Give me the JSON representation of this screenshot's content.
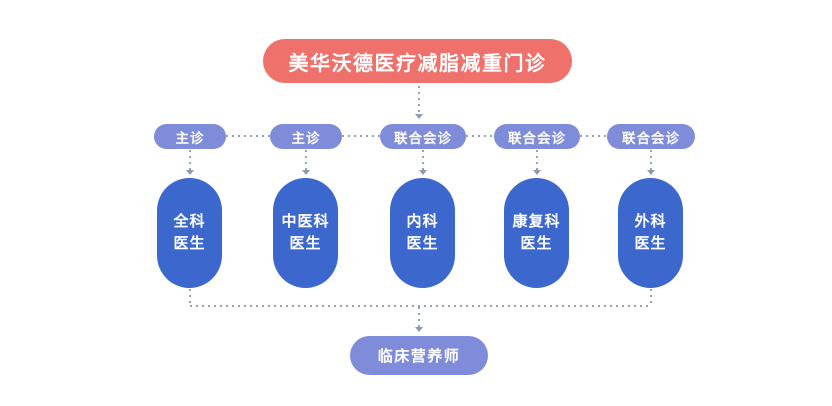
{
  "diagram": {
    "root": {
      "label": "美华沃德医疗减脂减重门诊"
    },
    "role_pills": [
      {
        "label": "主诊"
      },
      {
        "label": "主诊"
      },
      {
        "label": "联合会诊"
      },
      {
        "label": "联合会诊"
      },
      {
        "label": "联合会诊"
      }
    ],
    "doctors": [
      {
        "line1": "全科",
        "line2": "医生"
      },
      {
        "line1": "中医科",
        "line2": "医生"
      },
      {
        "line1": "内科",
        "line2": "医生"
      },
      {
        "line1": "康复科",
        "line2": "医生"
      },
      {
        "line1": "外科",
        "line2": "医生"
      }
    ],
    "bottom": {
      "label": "临床营养师"
    },
    "colors": {
      "root_bg": "#EE716C",
      "role_pill_bg": "#7F8CD9",
      "doctor_capsule_bg": "#3C67CC",
      "bottom_pill_bg": "#7F8CD9",
      "connector": "#97A2B2",
      "text": "#FFFFFF",
      "background": "#FFFFFF"
    }
  }
}
